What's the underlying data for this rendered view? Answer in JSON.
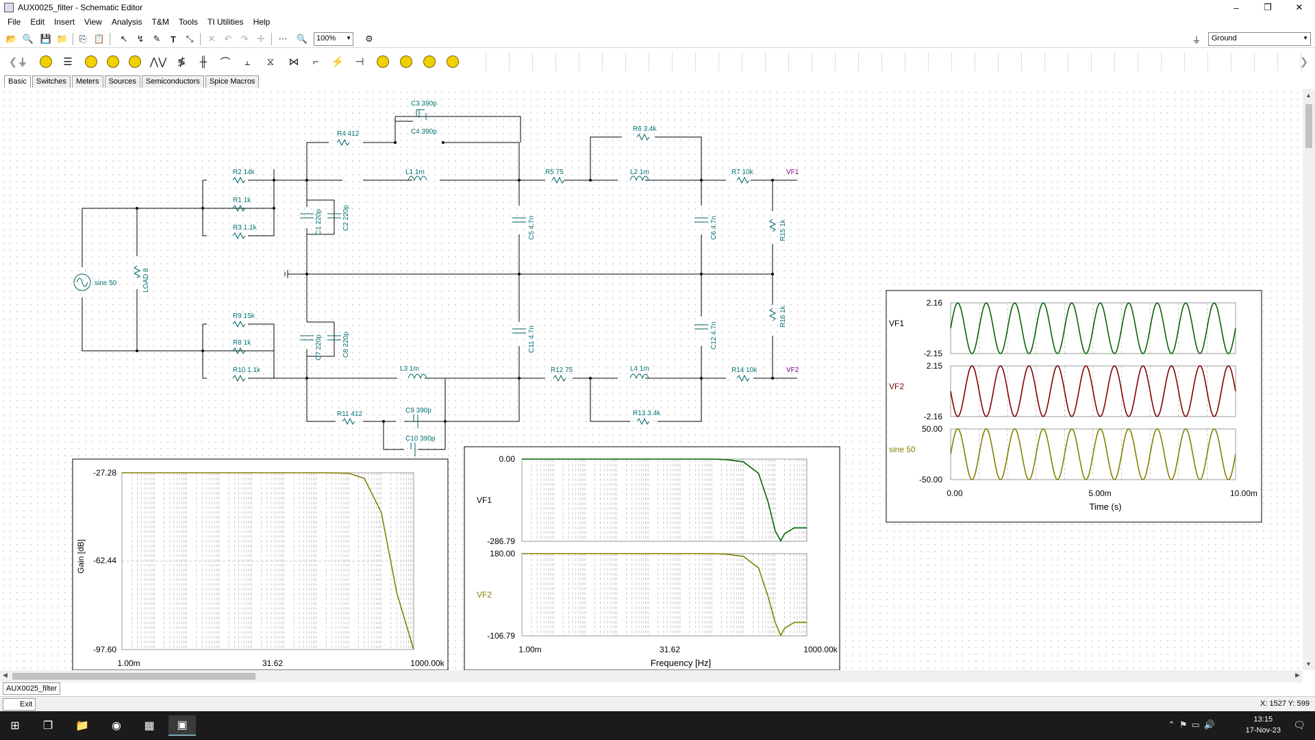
{
  "window": {
    "title": "AUX0025_filter - Schematic Editor",
    "minimize": "–",
    "maximize": "❐",
    "close": "✕"
  },
  "menu": [
    "File",
    "Edit",
    "Insert",
    "View",
    "Analysis",
    "T&M",
    "Tools",
    "TI Utilities",
    "Help"
  ],
  "toolbar": {
    "zoom_value": "100%",
    "ground_value": "Ground"
  },
  "component_tabs": [
    "Basic",
    "Switches",
    "Meters",
    "Sources",
    "Semiconductors",
    "Spice Macros"
  ],
  "schematic": {
    "labels": {
      "C3": "C3 390p",
      "C4": "C4 390p",
      "R4": "R4 412",
      "R6": "R6 3.4k",
      "R2": "R2 14k",
      "L1": "L1 1m",
      "R5": "R5 75",
      "L2": "L2 1m",
      "R7": "R7 10k",
      "VF1": "VF1",
      "R1": "R1 1k",
      "R3": "R3 1.1k",
      "C1": "C1 220p",
      "C2": "C2 220p",
      "C5": "C5 4.7n",
      "C6": "C6 4.7n",
      "R15": "R15 1k",
      "SRC": "sine 50",
      "LOAD": "LOAD 8",
      "R16": "R16 1k",
      "R9": "R9 15k",
      "R8": "R8 1k",
      "R10": "R10 1.1k",
      "C7": "C7 220p",
      "C8": "C8 220p",
      "C11": "C11 4.7n",
      "C12": "C12 4.7n",
      "L3": "L3 1m",
      "R12": "R12 75",
      "L4": "L4 1m",
      "R14": "R14 10k",
      "VF2": "VF2",
      "R11": "R11 412",
      "C9": "C9 390p",
      "C10": "C10 390p",
      "R13": "R13 3.4k"
    }
  },
  "chart_data": [
    {
      "type": "line",
      "title": "",
      "xlabel": "",
      "ylabel": "Gain [dB]",
      "x_scale": "log",
      "xlim": [
        0.001,
        1000000
      ],
      "ylim": [
        -97.6,
        -27.28
      ],
      "x_ticks": [
        "1.00m",
        "31.62",
        "1000.00k"
      ],
      "y_ticks": [
        "-27.28",
        "-62.44",
        "-97.60"
      ],
      "series": [
        {
          "name": "",
          "color": "#808000",
          "x": [
            0.001,
            1,
            100,
            1000,
            5000,
            10000,
            30000,
            100000,
            300000,
            1000000
          ],
          "y": [
            -27.28,
            -27.28,
            -27.28,
            -27.28,
            -27.35,
            -27.5,
            -29.5,
            -43,
            -75,
            -97.6
          ]
        }
      ]
    },
    {
      "type": "line",
      "title": "",
      "xlabel": "Frequency [Hz]",
      "x_scale": "log",
      "xlim": [
        0.001,
        1000000
      ],
      "x_ticks": [
        "1.00m",
        "31.62",
        "1000.00k"
      ],
      "panels": [
        {
          "label": "VF1",
          "color": "#006400",
          "ylim": [
            -286.79,
            0
          ],
          "y_ticks": [
            "0.00",
            "-286.79"
          ],
          "x": [
            0.001,
            1,
            100,
            1000,
            3000,
            10000,
            30000,
            60000,
            100000,
            150000,
            200000,
            400000,
            1000000
          ],
          "y": [
            0,
            0,
            0,
            0,
            -2,
            -10,
            -50,
            -150,
            -250,
            -285,
            -260,
            -240,
            -240
          ]
        },
        {
          "label": "VF2",
          "color": "#808000",
          "ylim": [
            -106.79,
            180
          ],
          "y_ticks": [
            "180.00",
            "-106.79"
          ],
          "x": [
            0.001,
            1,
            100,
            1000,
            3000,
            10000,
            30000,
            60000,
            100000,
            150000,
            200000,
            400000,
            1000000
          ],
          "y": [
            180,
            180,
            180,
            180,
            178,
            170,
            130,
            30,
            -60,
            -105,
            -80,
            -60,
            -60
          ]
        }
      ]
    },
    {
      "type": "line",
      "title": "",
      "xlabel": "Time (s)",
      "xlim": [
        0,
        0.01
      ],
      "x_ticks": [
        "0.00",
        "5.00m",
        "10.00m"
      ],
      "frequency_hz": 1000,
      "panels": [
        {
          "label": "VF1",
          "color": "#006400",
          "ylim": [
            -2.15,
            2.16
          ],
          "y_ticks": [
            "2.16",
            "-2.15"
          ],
          "amplitude": 2.15
        },
        {
          "label": "VF2",
          "color": "#800000",
          "ylim": [
            -2.16,
            2.15
          ],
          "y_ticks": [
            "2.15",
            "-2.16"
          ],
          "amplitude": 2.15
        },
        {
          "label": "sine 50",
          "color": "#808000",
          "ylim": [
            -50,
            50
          ],
          "y_ticks": [
            "50.00",
            "-50.00"
          ],
          "amplitude": 50
        }
      ]
    }
  ],
  "doc_tab": "AUX0025_filter",
  "status": {
    "exit_label": "Exit",
    "coords": "X: 1527  Y: 599"
  },
  "taskbar": {
    "time": "13:15",
    "date": "17-Nov-23"
  }
}
